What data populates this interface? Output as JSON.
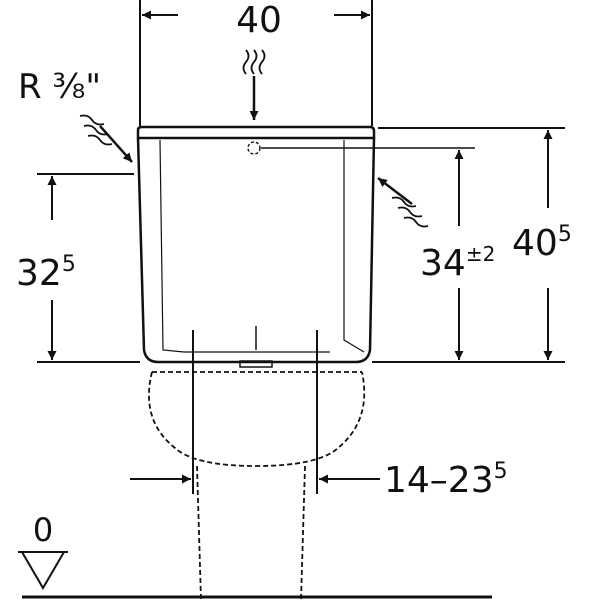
{
  "dimensions": {
    "width": {
      "value": "40"
    },
    "connection": {
      "value": "R ⅜\""
    },
    "height_left": {
      "main": "32",
      "sup": "5"
    },
    "height_valve": {
      "main": "34",
      "sup": "±2"
    },
    "height_total": {
      "main": "40",
      "sup": "5"
    },
    "spacing": {
      "main": "14–23",
      "sup": "5"
    },
    "floor": {
      "value": "0"
    }
  },
  "colors": {
    "line": "#111111",
    "background": "#ffffff"
  },
  "icons": [
    "water-flow-icon",
    "arrow-icon",
    "floor-level-triangle-icon"
  ]
}
